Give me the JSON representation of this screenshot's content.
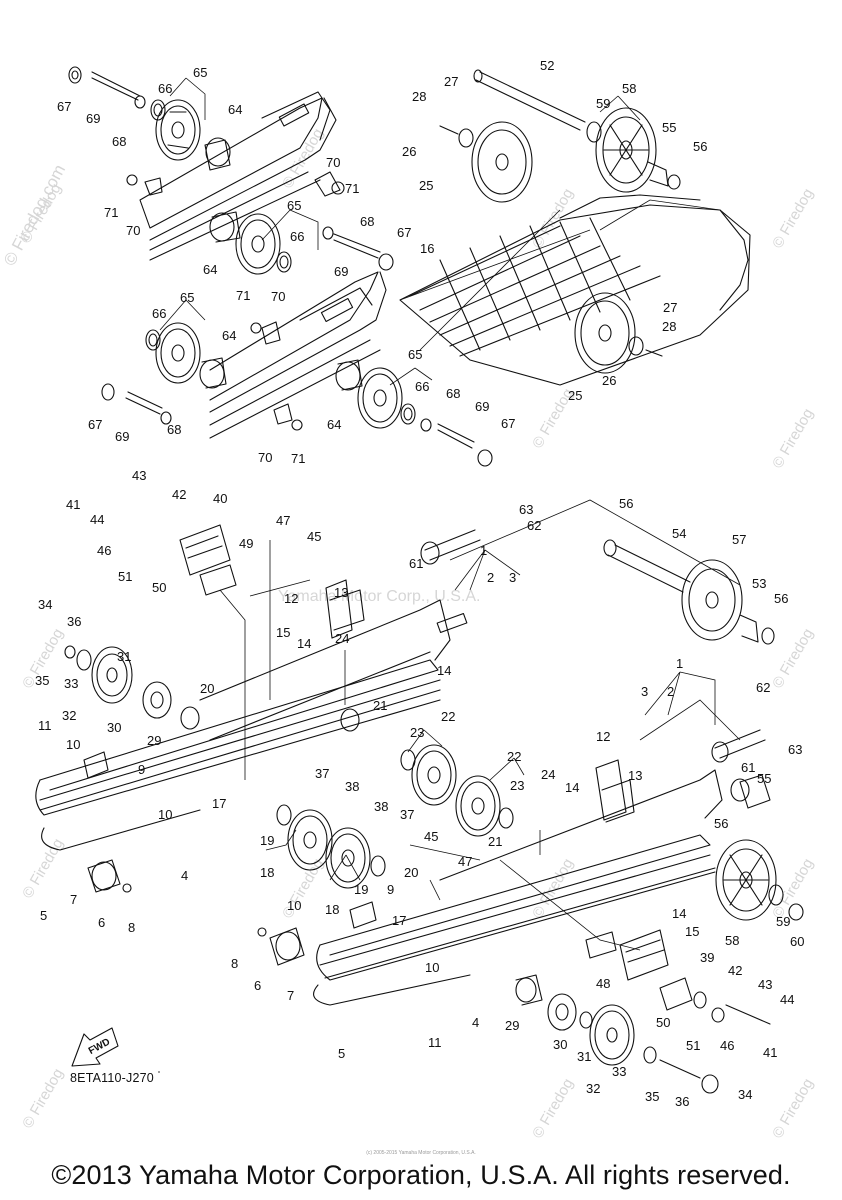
{
  "watermark": {
    "vertical": "© Firedog.com",
    "center": "Yamaha Motor Corp., U.S.A.",
    "small": "© Firedog"
  },
  "diagram_code": "8ETA110-J270",
  "fwd_label": "FWD",
  "fine_print": "(c) 2005-2015 Yamaha Motor Corporation, U.S.A.",
  "footer": "©2013 Yamaha Motor Corporation, U.S.A. All rights reserved.",
  "callouts": [
    "1",
    "2",
    "3",
    "4",
    "5",
    "6",
    "7",
    "8",
    "9",
    "10",
    "11",
    "12",
    "13",
    "14",
    "15",
    "16",
    "17",
    "18",
    "19",
    "20",
    "21",
    "22",
    "23",
    "24",
    "25",
    "26",
    "27",
    "28",
    "29",
    "30",
    "31",
    "32",
    "33",
    "34",
    "35",
    "36",
    "37",
    "38",
    "39",
    "40",
    "41",
    "42",
    "43",
    "44",
    "45",
    "46",
    "47",
    "48",
    "49",
    "50",
    "51",
    "52",
    "53",
    "54",
    "55",
    "56",
    "57",
    "58",
    "59",
    "60",
    "61",
    "62",
    "63",
    "64",
    "65",
    "66",
    "67",
    "68",
    "69",
    "70",
    "71"
  ]
}
